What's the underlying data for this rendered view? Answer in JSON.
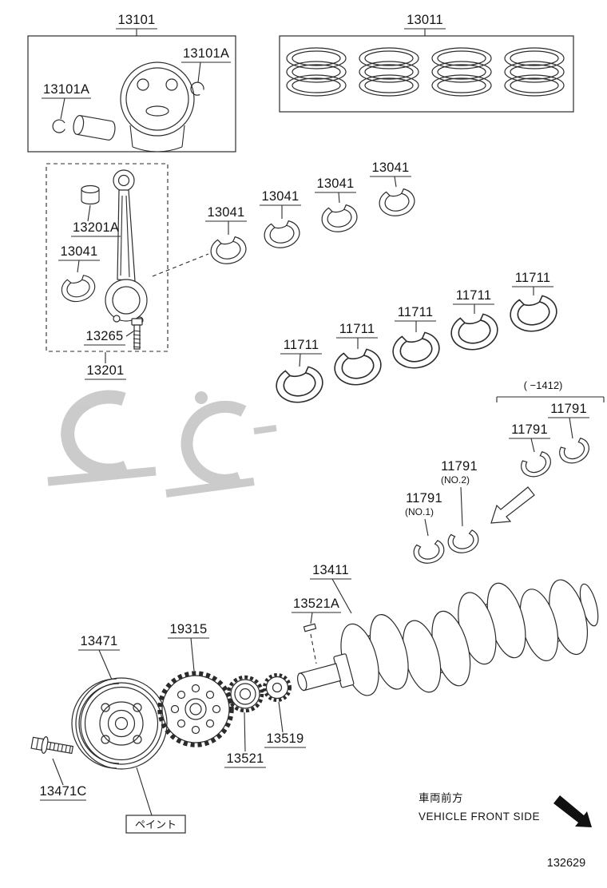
{
  "parts": {
    "piston": "13101",
    "pin_clip": "13101A",
    "ring_set": "13011",
    "rod_bushing": "13201A",
    "rod_bearing": "13041",
    "rod_bolt": "13265",
    "connecting_rod": "13201",
    "main_bearing": "11711",
    "thrust_washer": "11791",
    "crankshaft": "13411",
    "crank_key": "13521A",
    "crank_pulley": "13471",
    "pulley_bolt": "13471C",
    "timing_sprocket": "19315",
    "crank_gear": "13521",
    "sensor_rotor": "13519"
  },
  "annotations": {
    "range_note": "( −1412)",
    "no1": "(NO.1)",
    "no2": "(NO.2)",
    "paint": "ペイント",
    "vehicle_front_jp": "車両前方",
    "vehicle_front_en": "VEHICLE FRONT SIDE",
    "doc_number": "132629"
  }
}
